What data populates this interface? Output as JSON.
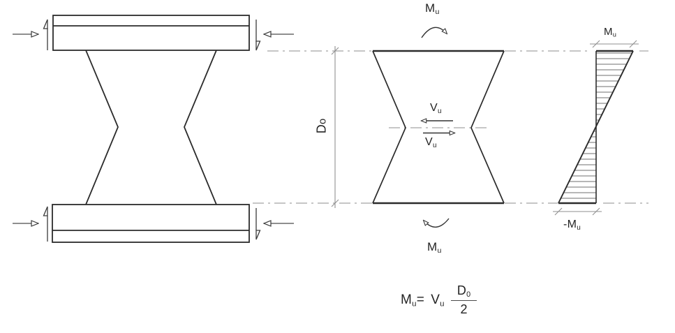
{
  "diagram": {
    "title": "shear-panel-with-moment-diagram",
    "labels": {
      "top_moment": {
        "base": "M",
        "sub": "u"
      },
      "shear_upper": {
        "base": "V",
        "sub": "u"
      },
      "shear_lower": {
        "base": "V",
        "sub": "u"
      },
      "bottom_moment": {
        "base": "M",
        "sub": "u"
      },
      "depth_dimension": {
        "base": "D",
        "sub": "o"
      },
      "diagram_top_moment": {
        "base": "M",
        "sub": "u"
      },
      "diagram_bottom_moment": {
        "base": "-M",
        "sub": "u"
      }
    },
    "formula": {
      "lhs": {
        "base": "M",
        "sub": "u"
      },
      "equals": "=",
      "shear": {
        "base": "V",
        "sub": "u"
      },
      "numerator": {
        "base": "D",
        "sub": "0"
      },
      "denominator": "2"
    },
    "colors": {
      "background": "#ffffff",
      "line": "#2b2b2b",
      "centerline": "#a3a3a3",
      "dimension": "#8f8f8f",
      "hatch": "#5f5f5f",
      "arrow": "#3a3a3a",
      "text": "#232323"
    }
  }
}
